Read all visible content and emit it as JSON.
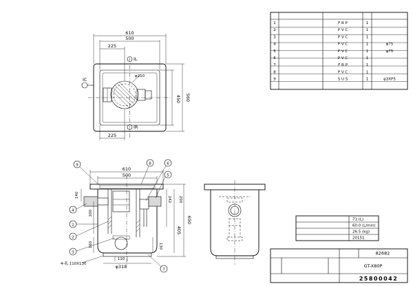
{
  "parts_table": {
    "headers": [
      "",
      "",
      "",
      "",
      ""
    ],
    "rows": [
      {
        "no": "1",
        "name": "",
        "material": "F R P",
        "qty": "1",
        "note": ""
      },
      {
        "no": "2",
        "name": "",
        "material": "P V C",
        "qty": "1",
        "note": ""
      },
      {
        "no": "3",
        "name": "",
        "material": "P V C",
        "qty": "1",
        "note": ""
      },
      {
        "no": "4",
        "name": "",
        "material": "P V C",
        "qty": "1",
        "note": "φ75"
      },
      {
        "no": "5",
        "name": "",
        "material": "P V C",
        "qty": "1",
        "note": "φ75"
      },
      {
        "no": "6",
        "name": "",
        "material": "P V C",
        "qty": "1",
        "note": ""
      },
      {
        "no": "7",
        "name": "",
        "material": "F R P",
        "qty": "1",
        "note": ""
      },
      {
        "no": "8",
        "name": "",
        "material": "P V C",
        "qty": "1",
        "note": ""
      },
      {
        "no": "9",
        "name": "",
        "material": "S U S",
        "qty": "1",
        "note": "φ3XP5"
      }
    ]
  },
  "notes": [
    "",
    ""
  ],
  "specs": {
    "rows": [
      {
        "label": "",
        "value": "71 (L)"
      },
      {
        "label": "",
        "value": "60.0 (L/min)"
      },
      {
        "label": "",
        "value": "26.5 (kg)"
      },
      {
        "label": "",
        "value": "20151"
      }
    ]
  },
  "title_block": {
    "code_label": "",
    "code_value": "82682",
    "name_label": "",
    "product_name_1": "",
    "product_name_2": "",
    "model_label": "",
    "model_value": "GT-X80P",
    "company": "",
    "drawing_no_label": "",
    "drawing_no": "25800042"
  },
  "plan_view": {
    "dim_overall_width": "610",
    "dim_inner_width": "500",
    "dim_offset_top": "225",
    "dim_offset_bottom": "225",
    "dim_height_inner": "450",
    "dim_height_overall": "560",
    "dim_pipe": "φ210",
    "label_ic": "IC",
    "label_il": "IL",
    "label_ir": "IR"
  },
  "front_view": {
    "dim_overall_width": "610",
    "dim_inner_width": "500",
    "dim_total_height": "650",
    "dim_body_height": "405",
    "dim_upper": "242",
    "dim_200_right": "200",
    "dim_140": "140",
    "dim_200_left": "200",
    "dim_160": "160",
    "dim_130": "130",
    "dim_110": "110",
    "dim_base_dia": "φ318",
    "dim_holes": "4-孔 110X130",
    "callouts": [
      "9",
      "8",
      "6",
      "5",
      "4",
      "1",
      "2",
      "3",
      "7"
    ]
  }
}
